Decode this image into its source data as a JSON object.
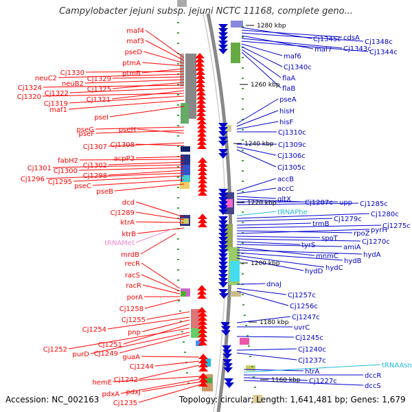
{
  "header": {
    "title": "Campylobacter jejuni subsp. jejuni NCTC 11168, complete geno..."
  },
  "footer": {
    "accession": "Accession: NC_002163",
    "topology": "Topology: circular; Length: 1,641,481 bp; Genes: 1,679"
  },
  "colors": {
    "left_strand": "#ff0000",
    "right_strand": "#0000cc",
    "trna": "#ee88cc",
    "trna_right": "#22bbdd"
  },
  "scale_labels": [
    "1280 kbp",
    "1260 kbp",
    "1240 kbp",
    "1220 kbp",
    "1200 kbp",
    "1180 kbp",
    "1160 kbp"
  ],
  "left_labels": [
    "maf4",
    "maf3",
    "pseD",
    "ptmA",
    "ptmB",
    "Cj1330",
    "neuC2",
    "Cj1329",
    "neuB2",
    "Cj1325",
    "Cj1324",
    "Cj1322",
    "Cj1321",
    "Cj1320",
    "Cj1319",
    "maf1",
    "pseI",
    "pseG",
    "pseF",
    "pseH",
    "Cj1307",
    "Cj1308",
    "acpP3",
    "fabH2",
    "Cj1302",
    "Cj1301",
    "Cj1300",
    "Cj1298",
    "Cj1296",
    "Cj1295",
    "pseC",
    "pseB",
    "dcd",
    "Cj1289",
    "ktrA",
    "ktrB",
    "tRNAMet",
    "mrdB",
    "recR",
    "racS",
    "racR",
    "porA",
    "Cj1258",
    "Cj1255",
    "Cj1254",
    "pnp",
    "Cj1251",
    "Cj1252",
    "purD",
    "Cj1249",
    "guaA",
    "Cj1244",
    "Cj1242",
    "hemE",
    "pdxA",
    "pdxJ",
    "Cj1235"
  ],
  "right_labels": [
    "Cj1345c",
    "cdsA",
    "Cj1348c",
    "maf7",
    "Cj1343c",
    "Cj1344c",
    "maf6",
    "Cj1340c",
    "flaA",
    "flaB",
    "pseA",
    "hisH",
    "hisF",
    "Cj1310c",
    "Cj1309c",
    "Cj1306c",
    "Cj1305c",
    "accB",
    "accC",
    "gltX",
    "Cj1287c",
    "upp",
    "Cj1285c",
    "tRNAPhe",
    "Cj1280c",
    "Cj1279c",
    "trmB",
    "Cj1275c",
    "rpoZ",
    "pyrH",
    "spoT",
    "Cj1270c",
    "tyrS",
    "amiA",
    "mnmC",
    "hydA",
    "hydB",
    "hydC",
    "hydD",
    "dnaJ",
    "Cj1257c",
    "Cj1256c",
    "Cj1247c",
    "uvrC",
    "Cj1245c",
    "Cj1240c",
    "Cj1237c",
    "htrA",
    "tRNAAsn",
    "dccR",
    "Cj1227c",
    "dccS"
  ]
}
